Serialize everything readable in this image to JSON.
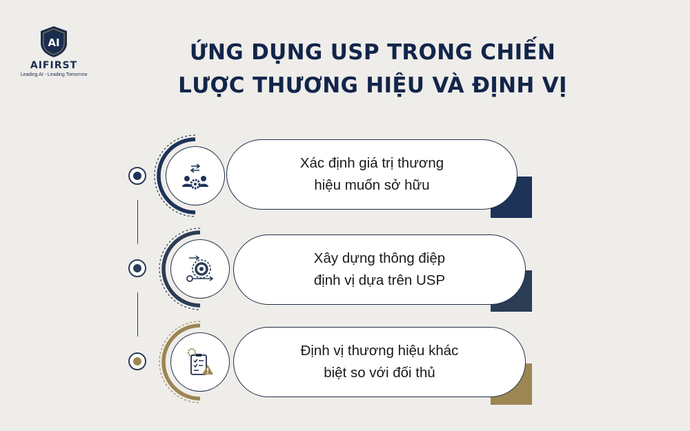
{
  "brand": {
    "logo_letters": "AI",
    "name": "AIFIRST",
    "tagline": "Leading AI - Leading Tomorrow",
    "color": "#12254a"
  },
  "title": {
    "line1": "ỨNG DỤNG USP TRONG CHIẾN",
    "line2": "LƯỢC THƯƠNG HIỆU VÀ ĐỊNH VỊ"
  },
  "steps": [
    {
      "line1": "Xác định giá trị thương",
      "line2": "hiệu muốn sở hữu",
      "icon": "team-exchange-gear-icon",
      "accent_color": "#1d3358"
    },
    {
      "line1": "Xây dựng thông điệp",
      "line2": "định vị dựa trên USP",
      "icon": "target-process-icon",
      "accent_color": "#2b3d55"
    },
    {
      "line1": "Định vị thương hiệu khác",
      "line2": "biệt so với đối thủ",
      "icon": "checklist-warning-icon",
      "accent_color": "#9c8652"
    }
  ]
}
